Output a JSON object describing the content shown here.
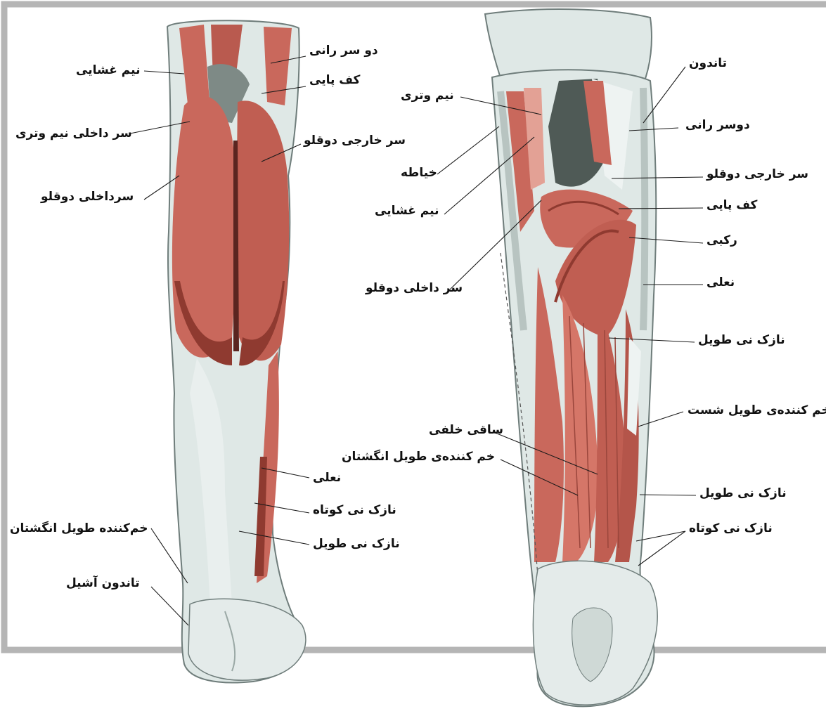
{
  "colors": {
    "frame": "#b5b5b5",
    "muscle": "#c9685c",
    "muscle_dark": "#8f3a30",
    "muscle_light": "#e3a195",
    "tendon": "#dfe8e6",
    "tendon_shade": "#b9c8c4",
    "skin_outline": "#6f7d7b",
    "fossa": "#4f5a56",
    "label_text": "#111111",
    "leader_line": "#1a1a1a"
  },
  "left_figure": {
    "labels": [
      {
        "id": "semimembranosus",
        "text": "نیم غشایی"
      },
      {
        "id": "biceps-femoris",
        "text": "دو سر رانی"
      },
      {
        "id": "plantaris",
        "text": "کف پایی"
      },
      {
        "id": "semitendinosus-inner",
        "text": "سر داخلی نیم وتری"
      },
      {
        "id": "gastrocnemius-lateral",
        "text": "سر خارجی دوقلو"
      },
      {
        "id": "gastrocnemius-medial",
        "text": "سرداخلی دوقلو"
      },
      {
        "id": "soleus",
        "text": "نعلی"
      },
      {
        "id": "peroneus-brevis",
        "text": "نازک نی کوتاه"
      },
      {
        "id": "peroneus-longus",
        "text": "نازک نی طویل"
      },
      {
        "id": "flexor-digitorum-longus",
        "text": "خم‌کننده طویل انگشتان"
      },
      {
        "id": "achilles-tendon",
        "text": "تاندون آشیل"
      }
    ]
  },
  "right_figure": {
    "labels": [
      {
        "id": "tendon",
        "text": "تاندون"
      },
      {
        "id": "semitendinosus",
        "text": "نیم وتری"
      },
      {
        "id": "biceps-femoris",
        "text": "دوسر رانی"
      },
      {
        "id": "sartorius",
        "text": "خیاطه"
      },
      {
        "id": "gastrocnemius-lateral",
        "text": "سر خارجی دوقلو"
      },
      {
        "id": "plantaris",
        "text": "کف پایی"
      },
      {
        "id": "semimembranosus",
        "text": "نیم غشایی"
      },
      {
        "id": "popliteus",
        "text": "رکبی"
      },
      {
        "id": "soleus",
        "text": "نعلی"
      },
      {
        "id": "gastrocnemius-medial",
        "text": "سر داخلی دوقلو"
      },
      {
        "id": "peroneus-longus",
        "text": "نازک نی طویل"
      },
      {
        "id": "flexor-hallucis-longus",
        "text": "خم کننده‌ی طویل شست"
      },
      {
        "id": "tibialis-posterior",
        "text": "ساقی خلفی"
      },
      {
        "id": "flexor-digitorum-longus",
        "text": "خم کننده‌ی طویل انگشتان"
      },
      {
        "id": "peroneus-longus-lower",
        "text": "نازک نی طویل"
      },
      {
        "id": "peroneus-brevis",
        "text": "نازک نی کوتاه"
      }
    ]
  }
}
